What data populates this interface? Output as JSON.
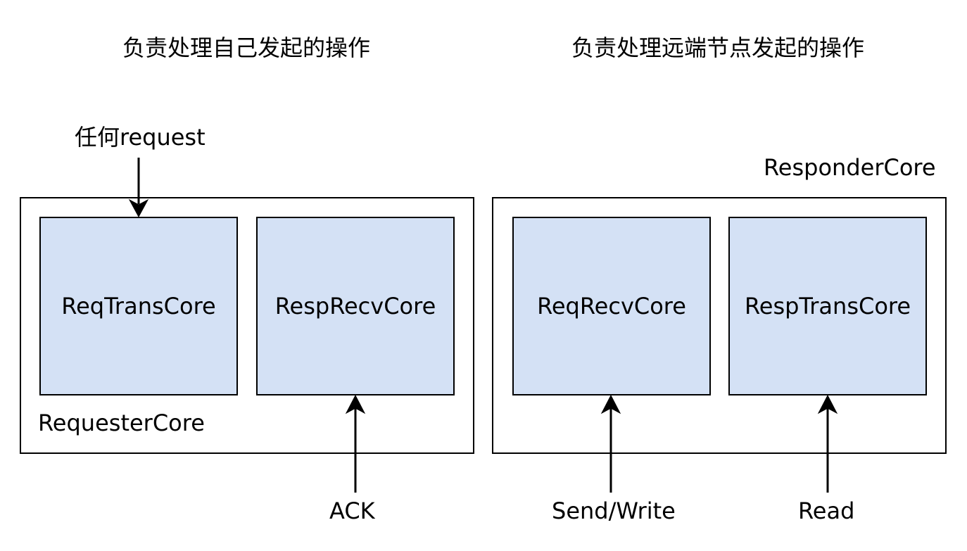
{
  "headings": {
    "left": "负责处理自己发起的操作",
    "right": "负责处理远端节点发起的操作"
  },
  "requester": {
    "label": "RequesterCore",
    "cores": {
      "req_trans": "ReqTransCore",
      "resp_recv": "RespRecvCore"
    },
    "input_label": "任何request",
    "ack_label": "ACK"
  },
  "responder": {
    "label": "ResponderCore",
    "cores": {
      "req_recv": "ReqRecvCore",
      "resp_trans": "RespTransCore"
    },
    "send_write_label": "Send/Write",
    "read_label": "Read"
  },
  "colors": {
    "core_fill": "#d4e1f5",
    "stroke": "#000000",
    "background": "#ffffff"
  }
}
